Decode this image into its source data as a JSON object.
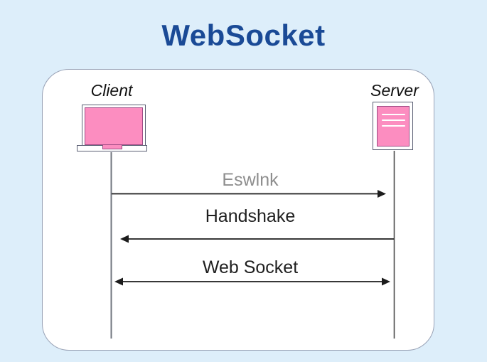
{
  "title": "WebSocket",
  "actors": [
    {
      "name": "Client",
      "icon": "laptop-icon"
    },
    {
      "name": "Server",
      "icon": "server-icon"
    }
  ],
  "messages": [
    {
      "label": "Eswlnk",
      "from": "Client",
      "to": "Server",
      "direction": "right",
      "muted": true
    },
    {
      "label": "Handshake",
      "from": "Server",
      "to": "Client",
      "direction": "left",
      "muted": false
    },
    {
      "label": "Web Socket",
      "from": "Client",
      "to": "Server",
      "direction": "both",
      "muted": false
    }
  ],
  "colors": {
    "bg": "#ddeefa",
    "title_color": "#1a4a96",
    "panel_fill": "#ffffff",
    "panel_border": "#99a2b6",
    "pink": "#fc8dc0",
    "pink_border": "#9c4a84",
    "icon_border": "#5a5f73",
    "lifeline_left": "#72767f",
    "lifeline_right": "#4a4a4a",
    "arrow": "#1c1c1c",
    "muted_label": "#8e8e8e",
    "label": "#1f1f1f"
  }
}
